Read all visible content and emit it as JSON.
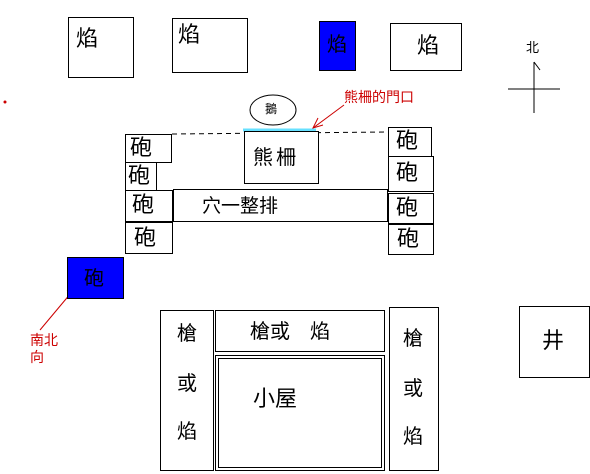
{
  "top_row": [
    "焰",
    "焰",
    "焰",
    "焰"
  ],
  "north_mark": "北",
  "bird": "鵝",
  "door_note": "熊柵的門口",
  "bear_pen": "熊柵",
  "left_stack": [
    "砲",
    "砲",
    "砲",
    "砲"
  ],
  "right_stack": [
    "砲",
    "砲",
    "砲",
    "砲"
  ],
  "trench": "穴一整排",
  "blue_box": "砲",
  "north_south_note": [
    "南北",
    "向"
  ],
  "top_long": "槍或　焰",
  "left_tall": [
    "槍",
    "或",
    "焰"
  ],
  "hut": "小屋",
  "right_tall": [
    "槍",
    "或",
    "焰"
  ],
  "well": "井",
  "colors": {
    "blue": "#0000ff",
    "red": "#cc0000",
    "cyan_line": "#66e0ff"
  }
}
